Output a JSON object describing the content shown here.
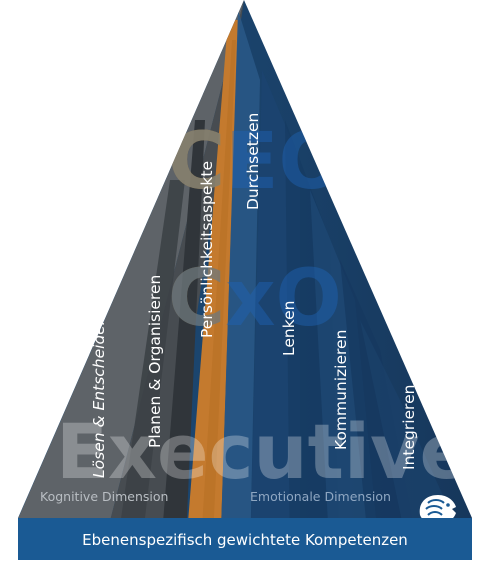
{
  "pyramid": {
    "watermark": {
      "top": "CEO",
      "middle": "CxO",
      "bottom": "Executives"
    },
    "competencies": [
      "Lösen & Entscheiden",
      "Planen & Organisieren",
      "Persönlichkeitsaspekte",
      "Durchsetzen",
      "Lenken",
      "Kommunizieren",
      "Integrieren"
    ],
    "dimensions": {
      "left": "Kognitive Dimension",
      "right": "Emotionale Dimension"
    },
    "base_label": "Ebenenspezifisch gewichtete Kompetenzen",
    "logo_icon": "lion-head-icon"
  },
  "colors": {
    "left_gray": "#5c6166",
    "dark_gray": "#3b4045",
    "orange": "#c77a2c",
    "blue": "#1e4c78",
    "dark_blue": "#173a61",
    "base_blue": "#1a5a94",
    "watermark_orange": "#e89a2a",
    "watermark_blue": "#1f65b5"
  }
}
